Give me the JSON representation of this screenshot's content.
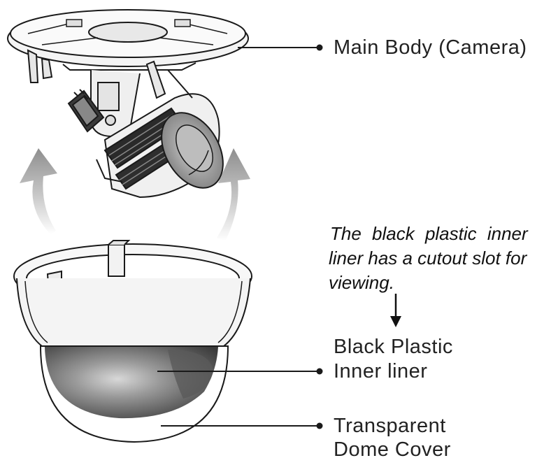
{
  "labels": {
    "main_body": "Main Body (Camera)",
    "inner_liner_line1": "Black Plastic",
    "inner_liner_line2": "Inner liner",
    "dome_line1": "Transparent",
    "dome_line2": "Dome Cover"
  },
  "note": {
    "line1": "The  black  plastic  inner",
    "line2": "liner has a cutout slot for",
    "line3": "viewing."
  },
  "colors": {
    "line": "#1a1a1a",
    "arrow_fill": "#9a9a9a",
    "dome_shade": "#6e6e6e",
    "background": "#ffffff"
  }
}
